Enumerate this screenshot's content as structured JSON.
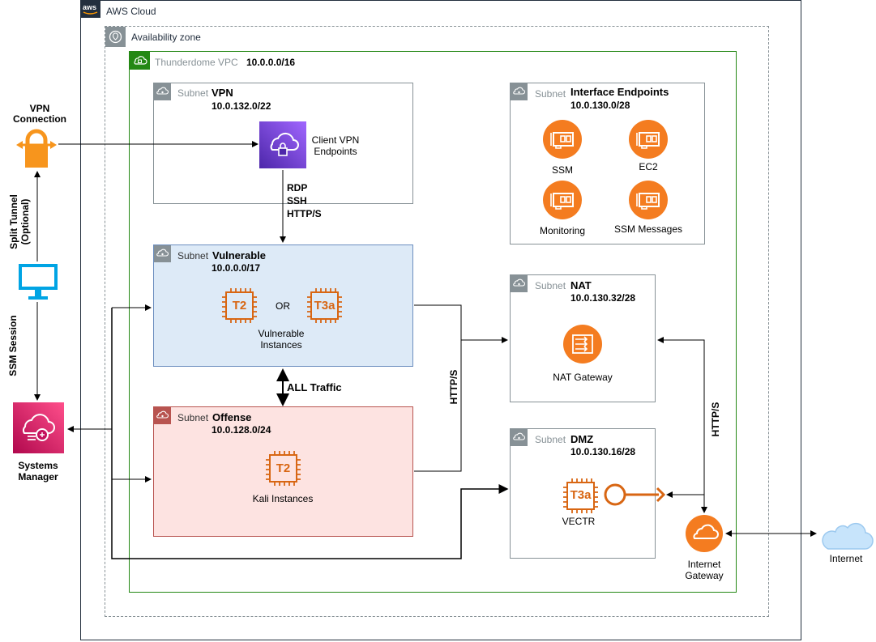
{
  "cloud": {
    "label": "AWS Cloud"
  },
  "az": {
    "label": "Availability zone"
  },
  "vpc": {
    "name": "Thunderdome VPC",
    "cidr": "10.0.0.0/16"
  },
  "subnet_word": "Subnet",
  "subnets": {
    "vpn": {
      "name": "VPN",
      "cidr": "10.0.132.0/22",
      "service": "Client VPN\nEndpoints"
    },
    "vulnerable": {
      "name": "Vulnerable",
      "cidr": "10.0.0.0/17",
      "chip1": "T2",
      "or": "OR",
      "chip2": "T3a",
      "caption": "Vulnerable\nInstances"
    },
    "offense": {
      "name": "Offense",
      "cidr": "10.0.128.0/24",
      "chip": "T2",
      "caption": "Kali Instances"
    },
    "endpoints": {
      "name": "Interface Endpoints",
      "cidr": "10.0.130.0/28",
      "items": [
        "SSM",
        "EC2",
        "Monitoring",
        "SSM Messages"
      ]
    },
    "nat": {
      "name": "NAT",
      "cidr": "10.0.130.32/28",
      "service": "NAT Gateway"
    },
    "dmz": {
      "name": "DMZ",
      "cidr": "10.0.130.16/28",
      "chip": "T3a",
      "caption": "VECTR"
    }
  },
  "external": {
    "vpn_connection": "VPN\nConnection",
    "split_tunnel": "Split Tunnel\n(Optional)",
    "ssm_session": "SSM Session",
    "systems_manager": "Systems\nManager",
    "internet_gateway": "Internet\nGateway",
    "internet": "Internet"
  },
  "edges": {
    "rdp": "RDP\nSSH\nHTTP/S",
    "all_traffic": "ALL Traffic",
    "https_nat": "HTTP/S",
    "https_igw": "HTTP/S"
  },
  "colors": {
    "aws_dark": "#232f3e",
    "vpc_green": "#248814",
    "orange": "#ed7100",
    "orange_grad": "#f78e04",
    "purple": "#8c4fff",
    "pink": "#e7157b",
    "azure_blue": "#00a4e4",
    "internet_blue": "#c7e4fb"
  }
}
